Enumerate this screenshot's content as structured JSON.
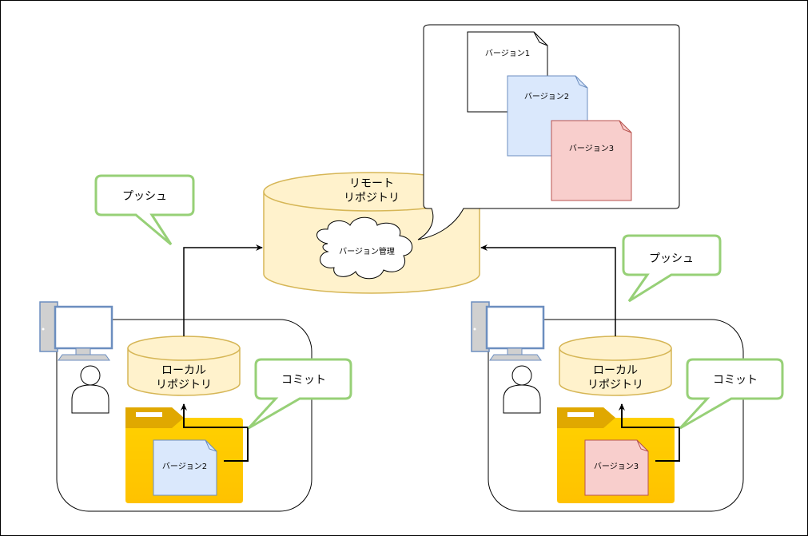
{
  "remote_repo": {
    "label_line1": "リモート",
    "label_line2": "リポジトリ",
    "cloud_label": "バージョン管理"
  },
  "versions_callout": {
    "docs": [
      "バージョン1",
      "バージョン2",
      "バージョン3"
    ]
  },
  "left": {
    "push_label": "プッシュ",
    "commit_label": "コミット",
    "local_repo_line1": "ローカル",
    "local_repo_line2": "リポジトリ",
    "doc_label": "バージョン2"
  },
  "right": {
    "push_label": "プッシュ",
    "commit_label": "コミット",
    "local_repo_line1": "ローカル",
    "local_repo_line2": "リポジトリ",
    "doc_label": "バージョン3"
  },
  "colors": {
    "cylinder_fill": "#fff2cc",
    "cylinder_stroke": "#d6b656",
    "doc2_fill": "#dae8fc",
    "doc2_stroke": "#6c8ebf",
    "doc3_fill": "#f8cecc",
    "doc3_stroke": "#b85450",
    "callout_green": "#97d077",
    "folder_yellow": "#ffcd05"
  }
}
